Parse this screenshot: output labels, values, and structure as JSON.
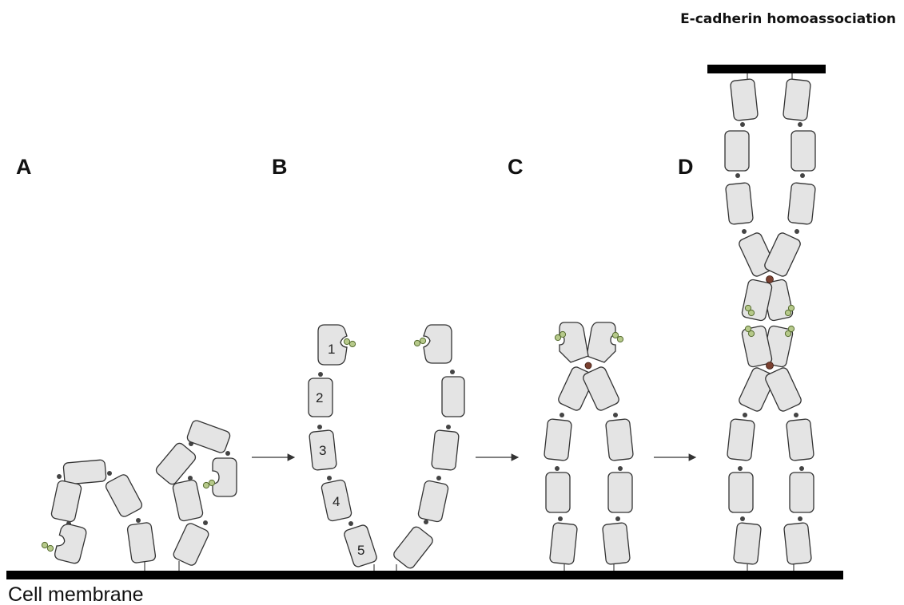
{
  "title": "E-cadherin homoassociation",
  "panels": [
    {
      "letter": "A"
    },
    {
      "letter": "B"
    },
    {
      "letter": "C"
    },
    {
      "letter": "D"
    }
  ],
  "membrane_label": "Cell membrane",
  "domain_numbers": [
    "1",
    "2",
    "3",
    "4",
    "5"
  ],
  "colors": {
    "domain_fill": "#e4e4e4",
    "outline": "#333333",
    "calcium": "#b6c98a",
    "membrane": "#000000"
  }
}
